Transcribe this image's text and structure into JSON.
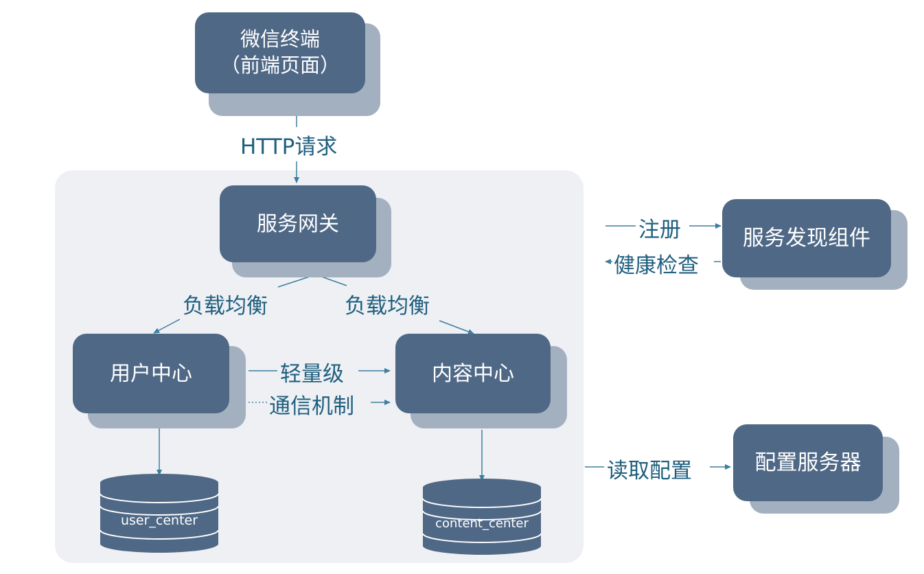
{
  "nodes": {
    "wechat": {
      "line1": "微信终端",
      "line2": "（前端页面）"
    },
    "gateway": {
      "label": "服务网关"
    },
    "user_center": {
      "label": "用户中心"
    },
    "content_center": {
      "label": "内容中心"
    },
    "discovery": {
      "label": "服务发现组件"
    },
    "config": {
      "label": "配置服务器"
    }
  },
  "edges": {
    "http": "HTTP请求",
    "lb_left": "负载均衡",
    "lb_right": "负载均衡",
    "comm_line1": "轻量级",
    "comm_line2": "通信机制",
    "register": "注册",
    "health": "健康检查",
    "read_config": "读取配置"
  },
  "databases": {
    "user": "user_center",
    "content": "content_center"
  },
  "colors": {
    "node_fill": "#4f6886",
    "node_shadow": "#a3b0c0",
    "panel": "#eef0f4",
    "edge": "#3c7f9e",
    "edge_label": "#1f5f7e"
  }
}
